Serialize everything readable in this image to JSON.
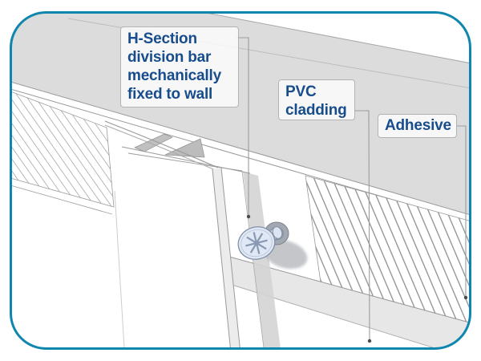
{
  "title": "PVC cladding H-section fixing detail diagram",
  "labels": {
    "h_section": {
      "text": "H-Section\ndivision bar\nmechanically\nfixed to wall"
    },
    "pvc": {
      "text": "PVC\ncladding"
    },
    "adhesive": {
      "text": "Adhesive"
    }
  },
  "colors": {
    "frame_border": "#0f86ad",
    "label_text": "#174d8c",
    "label_box_border": "#b3b3b3",
    "wall_gray": "#dcdcdc",
    "line_gray": "#9a9a9a",
    "hatch_gray": "#8f8f8f",
    "screw_head_blue": "#dfe8f4",
    "screw_outline": "#8090a9",
    "shadow_gray": "#b6b9bd"
  },
  "icons": {
    "screw": "pozidriv-screw-icon"
  }
}
